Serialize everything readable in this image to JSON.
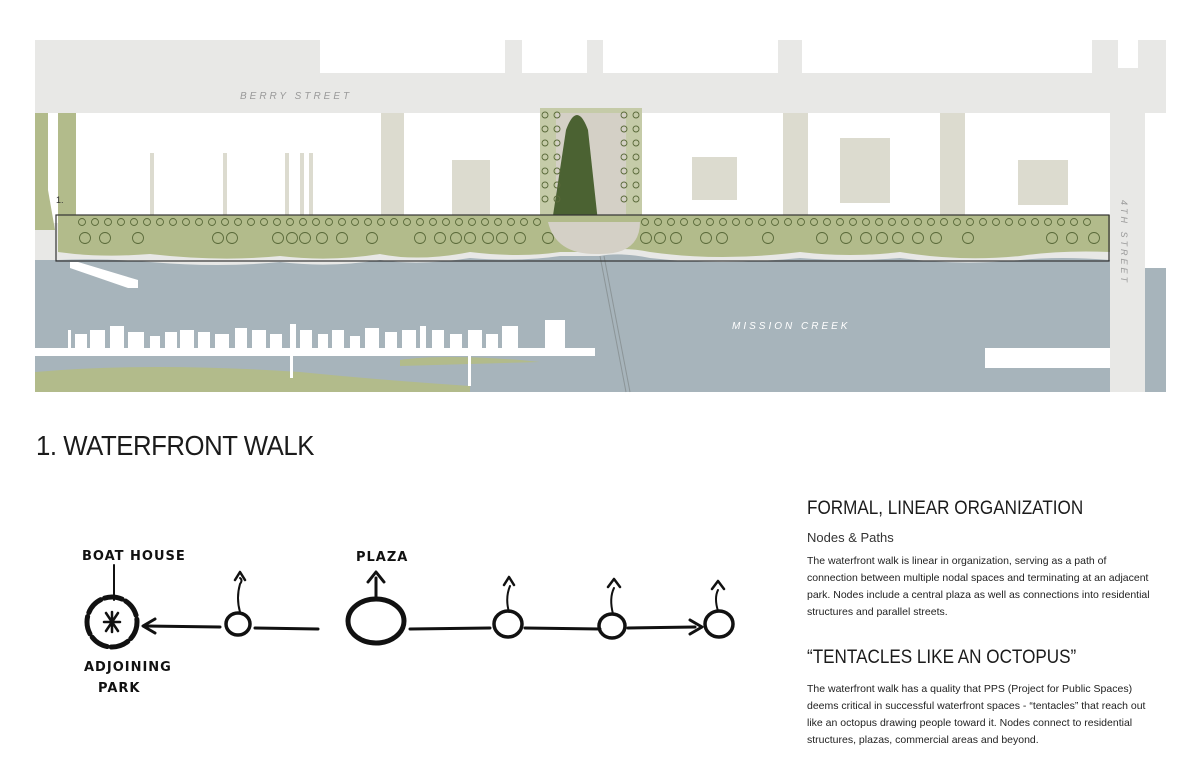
{
  "map": {
    "street_top": "BERRY STREET",
    "street_right": "4TH STREET",
    "water_label": "MISSION CREEK",
    "callout_number": "1.",
    "colors": {
      "background": "#e8e8e6",
      "building": "#dcdbcf",
      "water": "#a7b4bb",
      "green": "#b2bb8b",
      "dark_green": "#4b6232",
      "plaza": "#d4d0c6"
    }
  },
  "section_title": "1. WATERFRONT WALK",
  "sketch": {
    "labels": {
      "boat_house": "BOAT HOUSE",
      "plaza": "PLAZA",
      "adjoining_park_line1": "ADJOINING",
      "adjoining_park_line2": "PARK"
    }
  },
  "text_blocks": [
    {
      "heading": "FORMAL, LINEAR ORGANIZATION",
      "subheading": "Nodes & Paths",
      "body": "The waterfront walk is linear in organization, serving as a path of connection between multiple nodal spaces and terminating at an adjacent park. Nodes include a central plaza as well as connections into residential structures and parallel streets."
    },
    {
      "heading": "“TENTACLES LIKE AN OCTOPUS”",
      "body": "The waterfront walk has a quality that PPS (Project for Public Spaces) deems critical in successful waterfront spaces - “tentacles” that reach out like an octopus drawing people toward it. Nodes connect to residential structures, plazas, commercial areas and beyond."
    }
  ]
}
